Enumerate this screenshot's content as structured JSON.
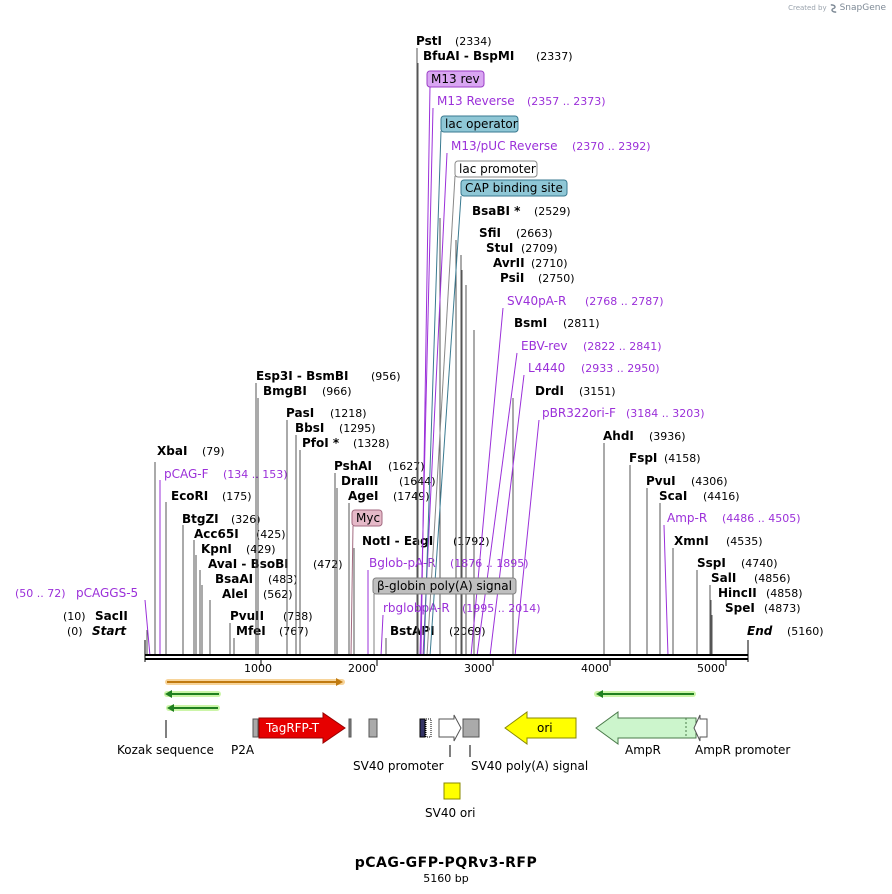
{
  "credit": {
    "prefix": "Created by",
    "brand": "SnapGene"
  },
  "plasmid": {
    "name": "pCAG-GFP-PQRv3-RFP",
    "length_label": "5160 bp"
  },
  "map": {
    "total_bp": 5160,
    "start": {
      "label": "Start",
      "pos_label": "(0)"
    },
    "end": {
      "label": "End",
      "pos_label": "(5160)"
    },
    "ticks": [
      1000,
      2000,
      3000,
      4000,
      5000
    ]
  },
  "enzymes": [
    {
      "name": "SacII",
      "pos": 10,
      "pos_label": "(10)",
      "left": true
    },
    {
      "name": "XbaI",
      "pos": 79,
      "pos_label": "(79)"
    },
    {
      "name": "EcoRI",
      "pos": 175,
      "pos_label": "(175)"
    },
    {
      "name": "BtgZI",
      "pos": 326,
      "pos_label": "(326)"
    },
    {
      "name": "Acc65I",
      "pos": 425,
      "pos_label": "(425)"
    },
    {
      "name": "KpnI",
      "pos": 429,
      "pos_label": "(429)"
    },
    {
      "name": "AvaI - BsoBI",
      "pos": 472,
      "pos_label": "(472)"
    },
    {
      "name": "BsaAI",
      "pos": 483,
      "pos_label": "(483)"
    },
    {
      "name": "AleI",
      "pos": 562,
      "pos_label": "(562)"
    },
    {
      "name": "PvuII",
      "pos": 738,
      "pos_label": "(738)"
    },
    {
      "name": "MfeI",
      "pos": 767,
      "pos_label": "(767)"
    },
    {
      "name": "Esp3I - BsmBI",
      "pos": 956,
      "pos_label": "(956)"
    },
    {
      "name": "BmgBI",
      "pos": 966,
      "pos_label": "(966)"
    },
    {
      "name": "PasI",
      "pos": 1218,
      "pos_label": "(1218)"
    },
    {
      "name": "BbsI",
      "pos": 1295,
      "pos_label": "(1295)"
    },
    {
      "name": "PfoI *",
      "pos": 1328,
      "pos_label": "(1328)"
    },
    {
      "name": "PshAI",
      "pos": 1627,
      "pos_label": "(1627)"
    },
    {
      "name": "DraIII",
      "pos": 1644,
      "pos_label": "(1644)"
    },
    {
      "name": "AgeI",
      "pos": 1749,
      "pos_label": "(1749)"
    },
    {
      "name": "NotI - EagI",
      "pos": 1792,
      "pos_label": "(1792)"
    },
    {
      "name": "BstAPI",
      "pos": 2069,
      "pos_label": "(2069)"
    },
    {
      "name": "PstI",
      "pos": 2334,
      "pos_label": "(2334)"
    },
    {
      "name": "BfuAI - BspMI",
      "pos": 2337,
      "pos_label": "(2337)"
    },
    {
      "name": "BsaBI *",
      "pos": 2529,
      "pos_label": "(2529)"
    },
    {
      "name": "SfiI",
      "pos": 2663,
      "pos_label": "(2663)"
    },
    {
      "name": "StuI",
      "pos": 2709,
      "pos_label": "(2709)"
    },
    {
      "name": "AvrII",
      "pos": 2710,
      "pos_label": "(2710)"
    },
    {
      "name": "PsiI",
      "pos": 2750,
      "pos_label": "(2750)"
    },
    {
      "name": "BsmI",
      "pos": 2811,
      "pos_label": "(2811)"
    },
    {
      "name": "DrdI",
      "pos": 3151,
      "pos_label": "(3151)"
    },
    {
      "name": "AhdI",
      "pos": 3936,
      "pos_label": "(3936)"
    },
    {
      "name": "FspI",
      "pos": 4158,
      "pos_label": "(4158)"
    },
    {
      "name": "PvuI",
      "pos": 4306,
      "pos_label": "(4306)"
    },
    {
      "name": "ScaI",
      "pos": 4416,
      "pos_label": "(4416)"
    },
    {
      "name": "XmnI",
      "pos": 4535,
      "pos_label": "(4535)"
    },
    {
      "name": "SspI",
      "pos": 4740,
      "pos_label": "(4740)"
    },
    {
      "name": "SalI",
      "pos": 4856,
      "pos_label": "(4856)"
    },
    {
      "name": "HincII",
      "pos": 4858,
      "pos_label": "(4858)"
    },
    {
      "name": "SpeI",
      "pos": 4873,
      "pos_label": "(4873)"
    }
  ],
  "primers": [
    {
      "name": "pCAGGS-5",
      "range_label": "(50 .. 72)",
      "pos": 50,
      "left": true
    },
    {
      "name": "pCAG-F",
      "range_label": "(134 .. 153)",
      "pos": 134
    },
    {
      "name": "Bglob-pA-R",
      "range_label": "(1876 .. 1895)",
      "pos": 1895
    },
    {
      "name": "rbglobpA-R",
      "range_label": "(1995 .. 2014)",
      "pos": 2014
    },
    {
      "name": "M13 Reverse",
      "range_label": "(2357 .. 2373)",
      "pos": 2357
    },
    {
      "name": "M13/pUC Reverse",
      "range_label": "(2370 .. 2392)",
      "pos": 2370
    },
    {
      "name": "SV40pA-R",
      "range_label": "(2768 .. 2787)",
      "pos": 2787
    },
    {
      "name": "EBV-rev",
      "range_label": "(2822 .. 2841)",
      "pos": 2841
    },
    {
      "name": "L4440",
      "range_label": "(2933 .. 2950)",
      "pos": 2950
    },
    {
      "name": "pBR322ori-F",
      "range_label": "(3184 .. 3203)",
      "pos": 3184
    },
    {
      "name": "Amp-R",
      "range_label": "(4486 .. 4505)",
      "pos": 4505
    }
  ],
  "feature_boxes": [
    {
      "name": "M13 rev",
      "pos": 2357,
      "fill": "#d9a6f2",
      "stroke": "#9b3fc7"
    },
    {
      "name": "lac operator",
      "pos": 2381,
      "fill": "#8fc7d6",
      "stroke": "#3a7a90"
    },
    {
      "name": "lac promoter",
      "pos": 2405,
      "fill": "#ffffff",
      "stroke": "#888888"
    },
    {
      "name": "CAP binding site",
      "pos": 2441,
      "fill": "#8fc7d6",
      "stroke": "#3a7a90"
    },
    {
      "name": "Myc",
      "pos": 1760,
      "fill": "#e5b9c8",
      "stroke": "#a36a80"
    },
    {
      "name": "β-globin poly(A) signal",
      "pos": 1960,
      "fill": "#bfbfbf",
      "stroke": "#808080"
    }
  ],
  "features": [
    {
      "name": "Kozak sequence",
      "pos": 187
    },
    {
      "name": "P2A",
      "pos": 970
    },
    {
      "name": "TagRFP-T",
      "pos": 1260,
      "fill": "#e60000"
    },
    {
      "name": "SV40 promoter",
      "pos": 2545
    },
    {
      "name": "SV40 poly(A) signal",
      "pos": 2740
    },
    {
      "name": "ori",
      "pos": 3480,
      "fill": "#ffff00"
    },
    {
      "name": "AmpR",
      "pos": 4540,
      "fill": "#ccf5cc"
    },
    {
      "name": "AmpR promoter",
      "pos": 4905
    },
    {
      "name": "SV40 ori",
      "pos": 2620,
      "fill": "#ffff00"
    }
  ],
  "colors": {
    "enzyme_line": "#555555",
    "primer": "#9b30d9",
    "backbone": "#000000",
    "cds_orange": "#f0a020",
    "cds_green": "#30a030"
  }
}
